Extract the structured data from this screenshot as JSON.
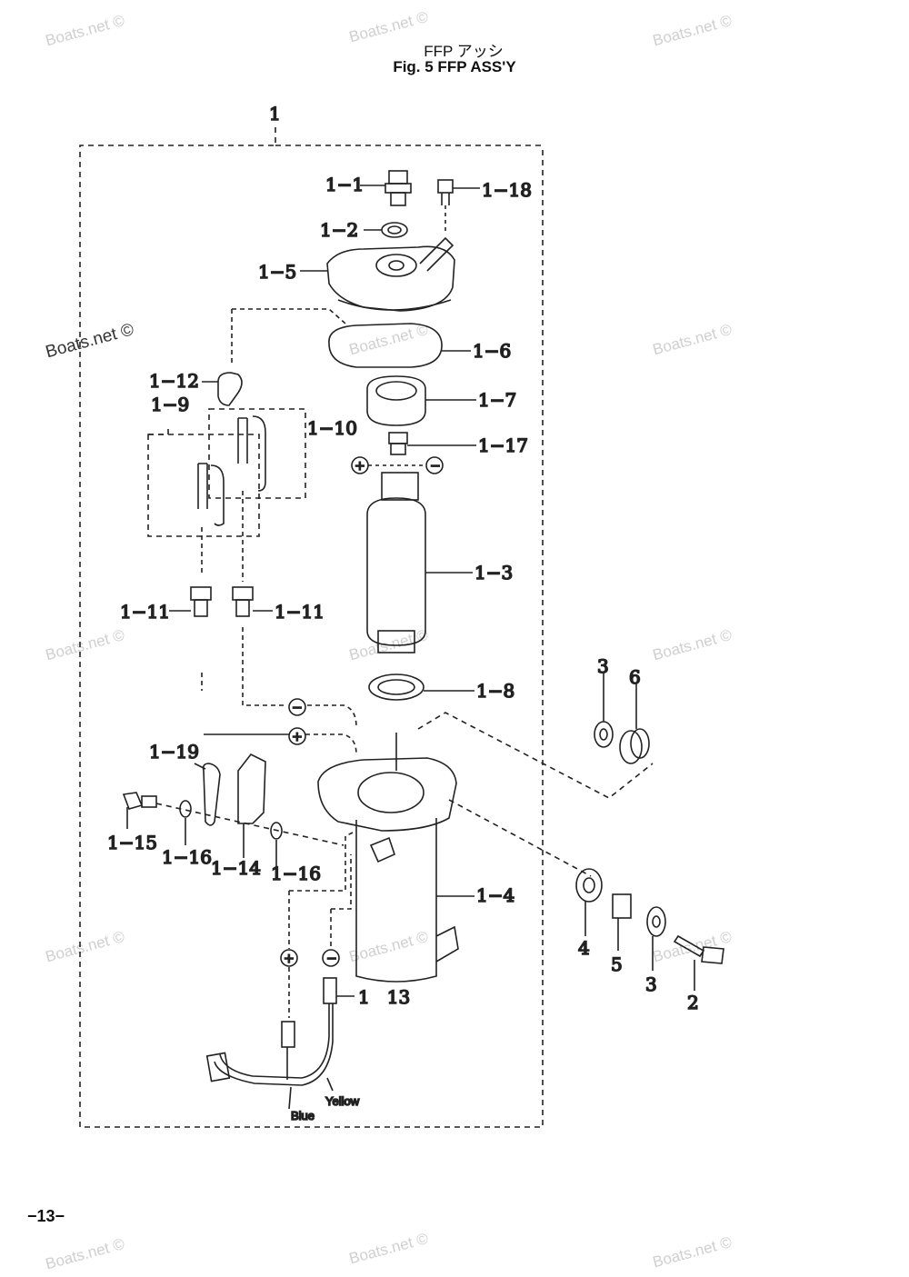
{
  "header": {
    "title_jp": "FFP アッシ",
    "title_en": "Fig. 5    FFP ASS'Y"
  },
  "watermark_text": "Boats.net ©",
  "footer": {
    "page_number": "−13−"
  },
  "labels": {
    "l1": "1",
    "l1_1": "1−1",
    "l1_18": "1−18",
    "l1_2": "1−2",
    "l1_5": "1−5",
    "l1_6": "1−6",
    "l1_12": "1−12",
    "l1_9": "1−9",
    "l1_10": "1−10",
    "l1_7": "1−7",
    "l1_17": "1−17",
    "l1_3": "1−3",
    "l1_11a": "1−11",
    "l1_11b": "1−11",
    "l1_8": "1−8",
    "l1_19": "1−19",
    "l1_15": "1−15",
    "l1_16a": "1−16",
    "l1_14": "1−14",
    "l1_16b": "1−16",
    "l1_4": "1−4",
    "l1_13": "1   13",
    "n3a": "3",
    "n6": "6",
    "n4": "4",
    "n5": "5",
    "n3b": "3",
    "n2": "2"
  },
  "wires": {
    "yellow": "Yellow",
    "blue": "Blue"
  },
  "symbols": {
    "plus": "+",
    "minus": "−"
  }
}
